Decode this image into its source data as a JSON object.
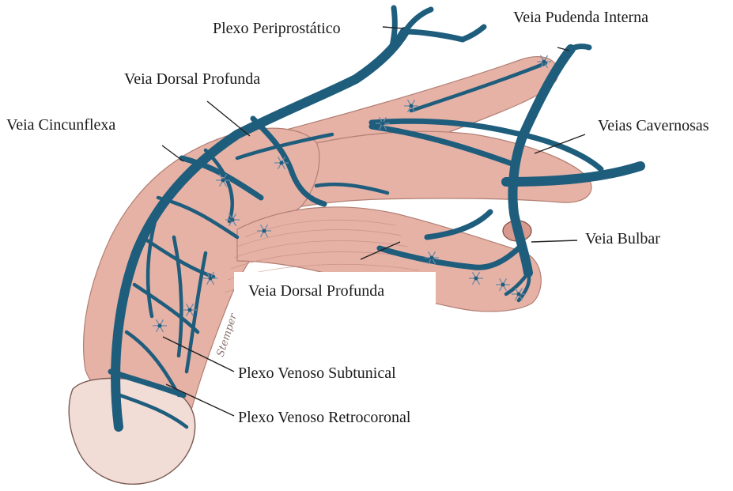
{
  "labels": {
    "plexo_periprostatico": "Plexo Periprostático",
    "veia_pudenda_interna": "Veia Pudenda Interna",
    "veia_dorsal_profunda_top": "Veia Dorsal Profunda",
    "veia_cincunflexa": "Veia Cincunflexa",
    "veias_cavernosas": "Veias Cavernosas",
    "veia_bulbar": "Veia Bulbar",
    "veia_dorsal_profunda_mid": "Veia Dorsal Profunda",
    "plexo_venoso_subtunical": "Plexo Venoso Subtunical",
    "plexo_venoso_retrocoronal": "Plexo Venoso Retrocoronal"
  },
  "signature": "Stemper",
  "colors": {
    "vein": "#1f5d7c",
    "vein_dark": "#154660",
    "tissue": "#e6b2a6",
    "tissue_shade": "#d89a8e",
    "glans": "#f1dcd6",
    "leader": "#222222",
    "background": "#ffffff"
  }
}
